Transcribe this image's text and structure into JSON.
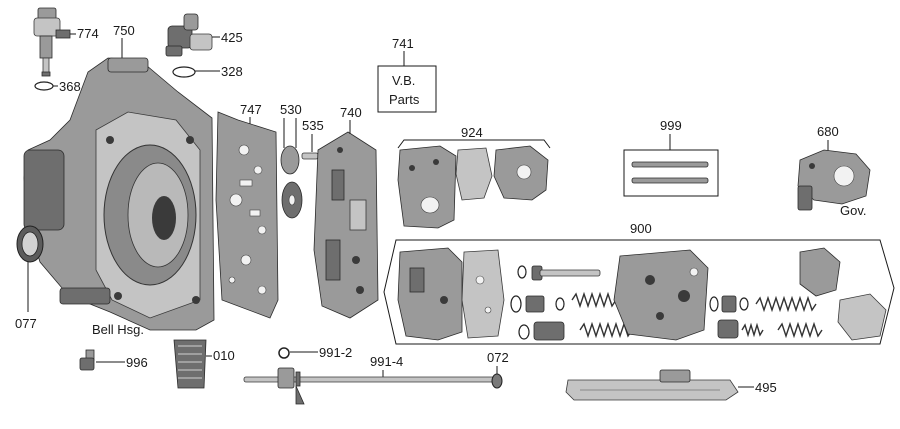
{
  "labels": {
    "p774": "774",
    "p750": "750",
    "p425": "425",
    "p328": "328",
    "p368": "368",
    "p741": "741",
    "vb_line1": "V.B.",
    "vb_line2": "Parts",
    "p747": "747",
    "p530": "530",
    "p535": "535",
    "p740": "740",
    "p924": "924",
    "p999": "999",
    "p680": "680",
    "gov": "Gov.",
    "p900": "900",
    "p077": "077",
    "bell": "Bell Hsg.",
    "p996": "996",
    "p010": "010",
    "p991_2": "991-2",
    "p991_4": "991-4",
    "p072": "072",
    "p495": "495"
  },
  "colors": {
    "background": "#ffffff",
    "ink": "#1a1a1a",
    "metal_dark": "#6e6e6e",
    "metal_mid": "#9a9a9a",
    "metal_light": "#c4c4c4"
  }
}
